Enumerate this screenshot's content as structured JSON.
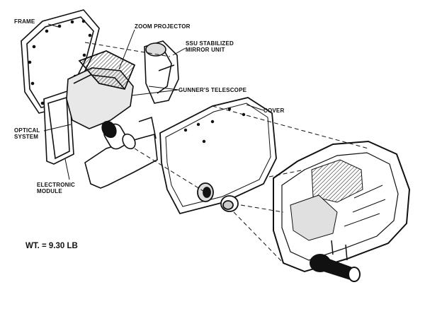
{
  "labels": {
    "frame": "FRAME",
    "zoom_projector": "ZOOM PROJECTOR",
    "ssu_line1": "SSU STABILIZED",
    "ssu_line2": "MIRROR UNIT",
    "gunners_telescope": "GUNNER'S TELESCOPE",
    "cover": "COVER",
    "optical_line1": "OPTICAL",
    "optical_line2": "SYSTEM",
    "electronic_line1": "ELECTRONIC",
    "electronic_line2": "MODULE"
  },
  "weight": "WT. = 9.30 LB",
  "colors": {
    "ink": "#111111",
    "paper": "#ffffff",
    "shade": "#bdbdbd"
  }
}
